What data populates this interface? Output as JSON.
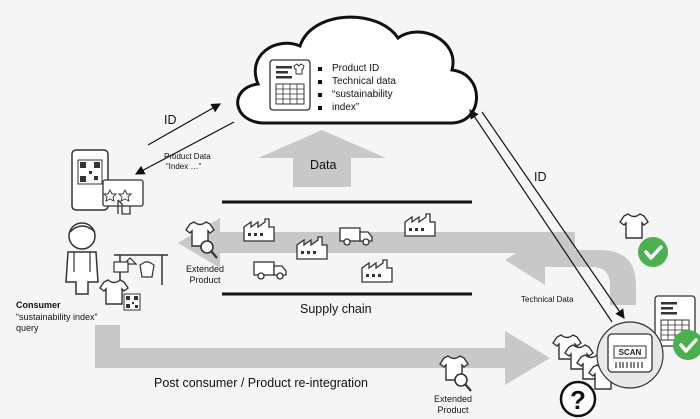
{
  "cloud": {
    "items": [
      "Product ID",
      "Technical data",
      "“sustainability",
      "index”"
    ]
  },
  "labels": {
    "id_left": "ID",
    "id_right": "ID",
    "product_data_1": "Product Data",
    "product_data_2": "“Index …”",
    "data": "Data",
    "extended_product_1": "Extended",
    "extended_product_2": "Product",
    "technical_data": "Technical Data",
    "supply_chain": "Supply chain",
    "consumer_title": "Consumer",
    "consumer_query_1": "“sustainability index”",
    "consumer_query_2": "query",
    "post_consumer": "Post consumer / Product re-integration",
    "extended_bottom_1": "Extended",
    "extended_bottom_2": "Product",
    "scan": "SCAN"
  },
  "colors": {
    "arrow_gray": "#c8c8c8",
    "check_green": "#4caf50",
    "line": "#111111"
  }
}
